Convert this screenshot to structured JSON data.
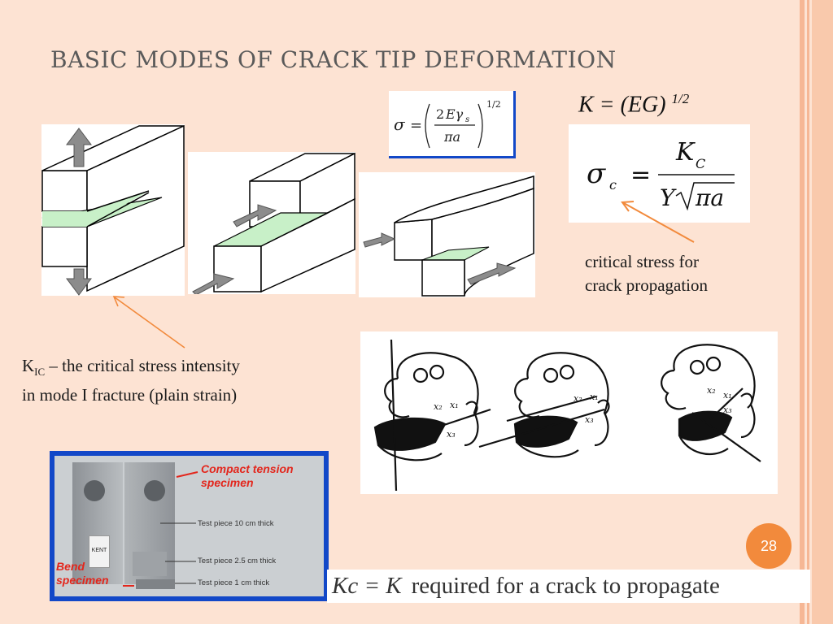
{
  "slide": {
    "title": "BASIC MODES OF CRACK TIP DEFORMATION",
    "page_number": "28"
  },
  "equations": {
    "griffith": "σ = (2Eγs / πa)^1/2",
    "k_eg_main": "K = (EG)",
    "k_eg_exp": "1/2",
    "sigma_c": "σc = Kc / Y√πa",
    "bottom_kc": "Kc = K",
    "bottom_text": "required for a crack to propagate"
  },
  "captions": {
    "critical_stress": [
      "critical stress for",
      "crack propagation"
    ],
    "kic_k": "K",
    "kic_sub": "IC",
    "kic_line1": " – the critical stress intensity",
    "kic_line2": "in mode I fracture (plain strain)"
  },
  "photo": {
    "compact_label": [
      "Compact tension",
      "specimen"
    ],
    "bend_label": [
      "Bend",
      "specimen"
    ],
    "thickness_labels": [
      "Test piece 10 cm thick",
      "Test piece 2.5 cm thick",
      "Test piece 1 cm thick"
    ],
    "brand": "KENT"
  },
  "head_labels": {
    "x1": "x₁",
    "x2": "x₂",
    "x3": "x₃"
  },
  "colors": {
    "background": "#fde3d3",
    "accent": "#f28a3c",
    "crack_fill": "#c8f0c8",
    "arrow_gray": "#8c8c8c",
    "photo_border": "#1248c8"
  }
}
